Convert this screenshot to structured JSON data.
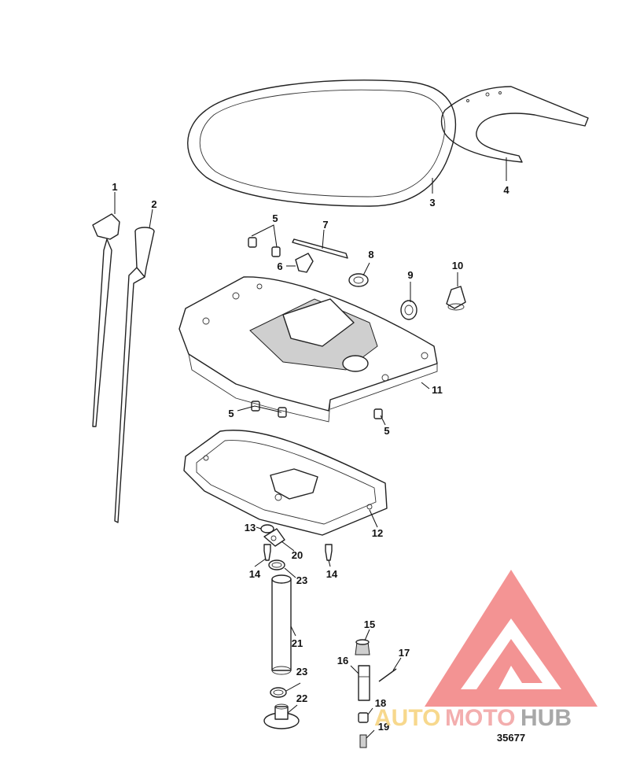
{
  "diagram": {
    "figure_number": "35677",
    "callouts": [
      "1",
      "2",
      "3",
      "4",
      "5",
      "5",
      "5",
      "6",
      "7",
      "8",
      "9",
      "10",
      "11",
      "12",
      "13",
      "14",
      "14",
      "15",
      "16",
      "17",
      "18",
      "19",
      "20",
      "21",
      "22",
      "23",
      "23"
    ],
    "watermark": {
      "text_auto": "AUTO",
      "text_moto": "MOTO",
      "text_hub": "HUB",
      "color_auto": "#f6d27a",
      "color_moto": "#f2a0a0",
      "color_hub": "#9a9a9a",
      "logo_color": "#f07070"
    }
  }
}
